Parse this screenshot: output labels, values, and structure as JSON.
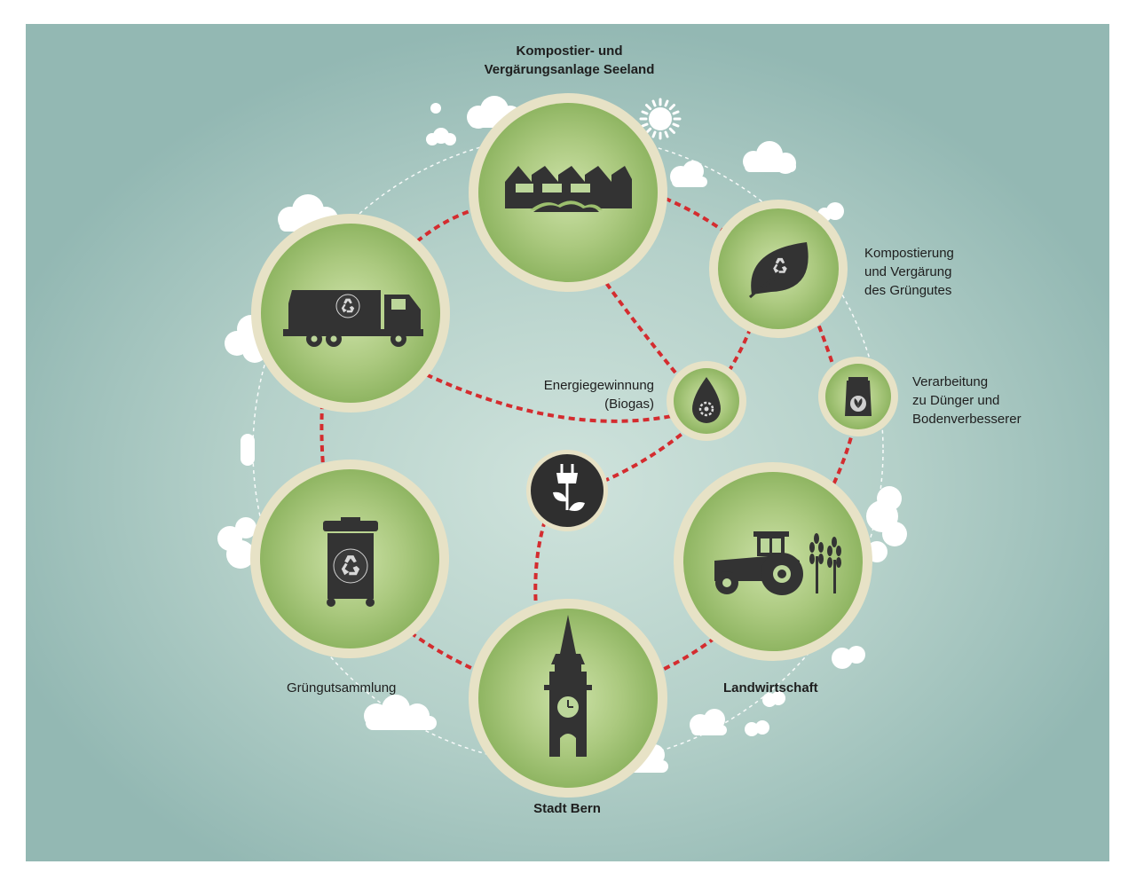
{
  "labels": {
    "plant_line1": "Kompostier- und",
    "plant_line2": "Vergärungsanlage Seeland",
    "composting_line1": "Kompostierung",
    "composting_line2": "und Vergärung",
    "composting_line3": "des Grüngutes",
    "processing_line1": "Verarbeitung",
    "processing_line2": "zu Dünger und",
    "processing_line3": "Bodenverbesserer",
    "energy_line1": "Energiegewinnung",
    "energy_line2": "(Biogas)",
    "collection": "Grüngutsammlung",
    "agriculture": "Landwirtschaft",
    "city": "Stadt Bern"
  },
  "icons": [
    "factory-icon",
    "garbage-truck-icon",
    "leaf-recycle-icon",
    "biogas-drop-icon",
    "fertilizer-bag-icon",
    "electric-plug-icon",
    "tractor-icon",
    "wheat-icon",
    "recycling-bin-icon",
    "clock-tower-icon",
    "sun-icon",
    "cloud-icon"
  ],
  "colors": {
    "background": "#93b8b3",
    "background_center": "#cfe3dc",
    "node_fill": "#9cbf6e",
    "node_fill_light": "#c9dfa2",
    "node_ring": "#e7e2c6",
    "icon_dark": "#2f2f2f",
    "arrow_red": "#d42c2f"
  }
}
